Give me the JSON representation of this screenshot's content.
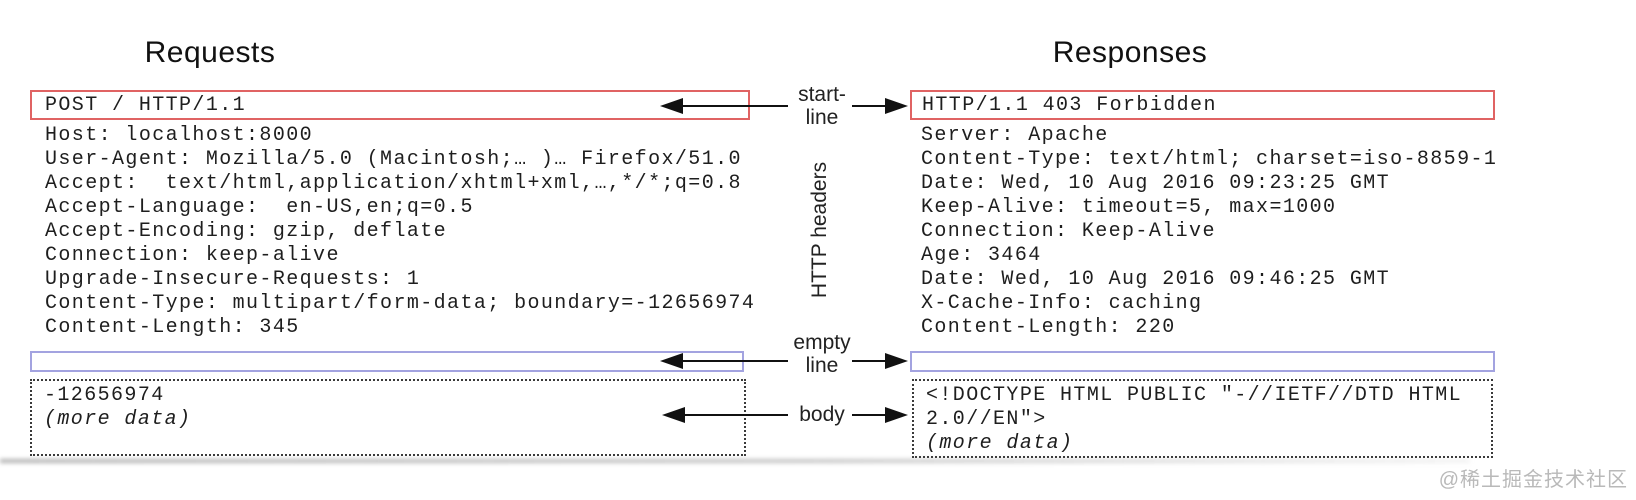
{
  "requests": {
    "title": "Requests",
    "start_line": "POST / HTTP/1.1",
    "headers": [
      "Host: localhost:8000",
      "User-Agent: Mozilla/5.0 (Macintosh;… )… Firefox/51.0",
      "Accept:  text/html,application/xhtml+xml,…,*/*;q=0.8",
      "Accept-Language:  en-US,en;q=0.5",
      "Accept-Encoding: gzip, deflate",
      "Connection: keep-alive",
      "Upgrade-Insecure-Requests: 1",
      "Content-Type: multipart/form-data; boundary=-12656974",
      "Content-Length: 345"
    ],
    "body_lines": [
      "-12656974"
    ],
    "body_more": "(more data)"
  },
  "responses": {
    "title": "Responses",
    "start_line": "HTTP/1.1 403 Forbidden",
    "headers": [
      "Server: Apache",
      "Content-Type: text/html; charset=iso-8859-1",
      "Date: Wed, 10 Aug 2016 09:23:25 GMT",
      "Keep-Alive: timeout=5, max=1000",
      "Connection: Keep-Alive",
      "Age: 3464",
      "Date: Wed, 10 Aug 2016 09:46:25 GMT",
      "X-Cache-Info: caching",
      "Content-Length: 220"
    ],
    "body_lines": [
      "<!DOCTYPE HTML PUBLIC \"-//IETF//DTD HTML",
      "2.0//EN\">"
    ],
    "body_more": "(more data)"
  },
  "labels": {
    "start_line_parts": [
      "start-",
      "line"
    ],
    "http_headers": "HTTP headers",
    "empty_line_parts": [
      "empty",
      "line"
    ],
    "body": "body"
  },
  "watermark": "@稀土掘金技术社区",
  "colors": {
    "start_line_box_border": "#e06363",
    "empty_line_box_border": "#a3a3e0",
    "arrow": "#111111",
    "watermark_text": "#b9b9b9"
  }
}
